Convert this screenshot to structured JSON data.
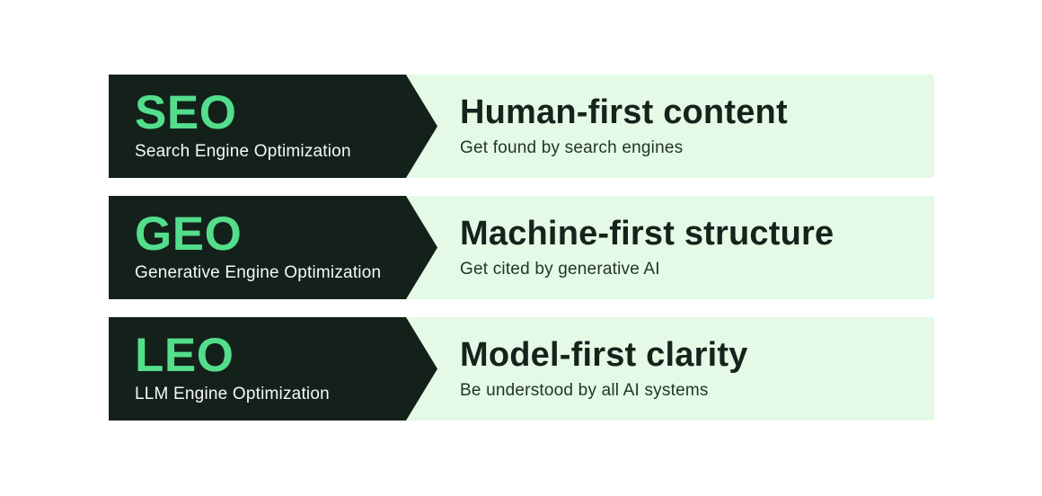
{
  "colors": {
    "page_background": "#ffffff",
    "dark_block": "#13211a",
    "accent_green": "#53de8c",
    "light_panel": "#e4fae6",
    "title_text": "#14231b",
    "description_text": "#22352a",
    "dark_block_subtitle_text": "#f7f8f5"
  },
  "rows": [
    {
      "acronym": "SEO",
      "acronym_full": "Search Engine Optimization",
      "title": "Human-first content",
      "description": "Get found by search engines"
    },
    {
      "acronym": "GEO",
      "acronym_full": "Generative Engine Optimization",
      "title": "Machine-first structure",
      "description": "Get cited by generative AI"
    },
    {
      "acronym": "LEO",
      "acronym_full": "LLM Engine Optimization",
      "title": "Model-first clarity",
      "description": "Be understood by all AI systems"
    }
  ]
}
